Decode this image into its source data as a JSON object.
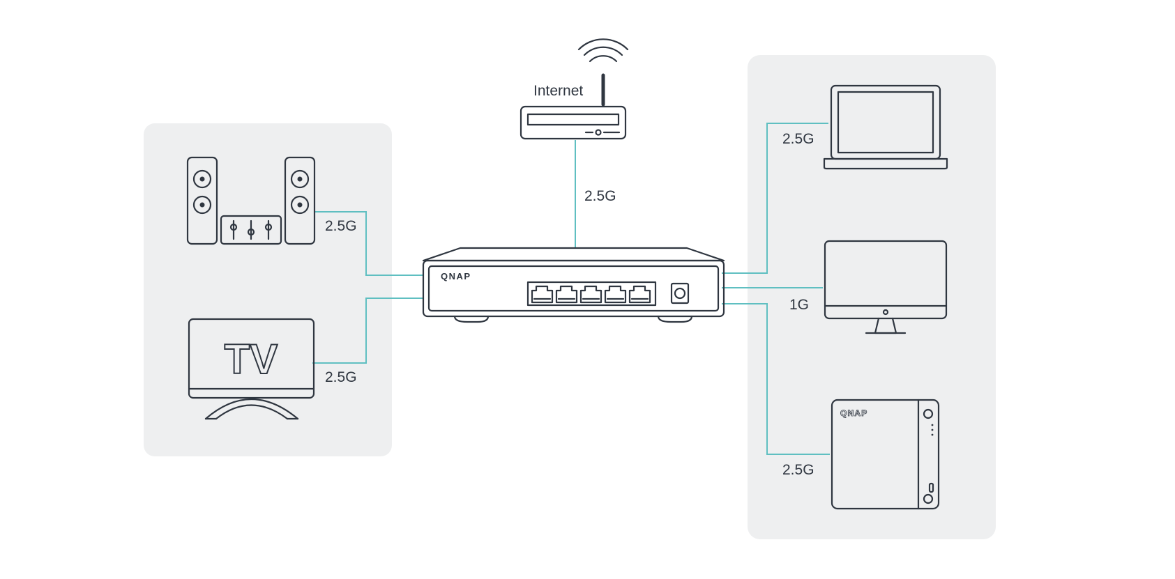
{
  "colors": {
    "panel": "#eeeff0",
    "line": "#2f3640",
    "link": "#5fbfc1",
    "text": "#2f3640"
  },
  "router": {
    "label": "Internet",
    "icon": "wifi-router-icon",
    "link_speed": "2.5G"
  },
  "switch": {
    "brand": "QNAP",
    "icon": "network-switch-icon",
    "ports": 5
  },
  "left_group": {
    "devices": [
      {
        "name": "speakers",
        "icon": "speaker-system-icon",
        "link_speed": "2.5G"
      },
      {
        "name": "tv",
        "icon": "tv-icon",
        "screen_text": "TV",
        "link_speed": "2.5G"
      }
    ]
  },
  "right_group": {
    "devices": [
      {
        "name": "laptop",
        "icon": "laptop-icon",
        "link_speed": "2.5G"
      },
      {
        "name": "monitor",
        "icon": "desktop-monitor-icon",
        "link_speed": "1G"
      },
      {
        "name": "nas",
        "icon": "nas-icon",
        "brand": "QNAP",
        "link_speed": "2.5G"
      }
    ]
  }
}
